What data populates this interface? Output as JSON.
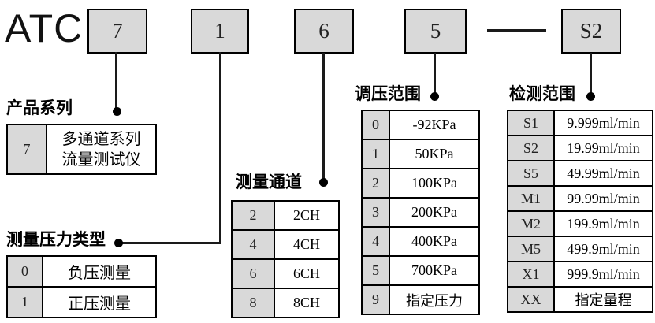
{
  "model_code": {
    "prefix": "ATC",
    "segments": [
      "7",
      "1",
      "6",
      "5",
      "S2"
    ],
    "separator_glyph": "-"
  },
  "sections": [
    {
      "title": "产品系列",
      "rows": [
        {
          "key": "7",
          "value": "多通道系列\n流量测试仪"
        }
      ]
    },
    {
      "title": "测量压力类型",
      "rows": [
        {
          "key": "0",
          "value": "负压测量"
        },
        {
          "key": "1",
          "value": "正压测量"
        }
      ]
    },
    {
      "title": "测量通道",
      "rows": [
        {
          "key": "2",
          "value": "2CH"
        },
        {
          "key": "4",
          "value": "4CH"
        },
        {
          "key": "6",
          "value": "6CH"
        },
        {
          "key": "8",
          "value": "8CH"
        }
      ]
    },
    {
      "title": "调压范围",
      "rows": [
        {
          "key": "0",
          "value": "-92KPa"
        },
        {
          "key": "1",
          "value": "50KPa"
        },
        {
          "key": "2",
          "value": "100KPa"
        },
        {
          "key": "3",
          "value": "200KPa"
        },
        {
          "key": "4",
          "value": "400KPa"
        },
        {
          "key": "5",
          "value": "700KPa"
        },
        {
          "key": "9",
          "value": "指定压力"
        }
      ]
    },
    {
      "title": "检测范围",
      "rows": [
        {
          "key": "S1",
          "value": "9.999ml/min"
        },
        {
          "key": "S2",
          "value": "19.99ml/min"
        },
        {
          "key": "S5",
          "value": "49.99ml/min"
        },
        {
          "key": "M1",
          "value": "99.99ml/min"
        },
        {
          "key": "M2",
          "value": "199.9ml/min"
        },
        {
          "key": "M5",
          "value": "499.9ml/min"
        },
        {
          "key": "X1",
          "value": "999.9ml/min"
        },
        {
          "key": "XX",
          "value": "指定量程"
        }
      ]
    }
  ],
  "colors": {
    "box_fill": "#d9d9d9",
    "key_cell_fill": "#d9d9d9",
    "line": "#000000",
    "border": "#000000",
    "background": "#ffffff"
  }
}
